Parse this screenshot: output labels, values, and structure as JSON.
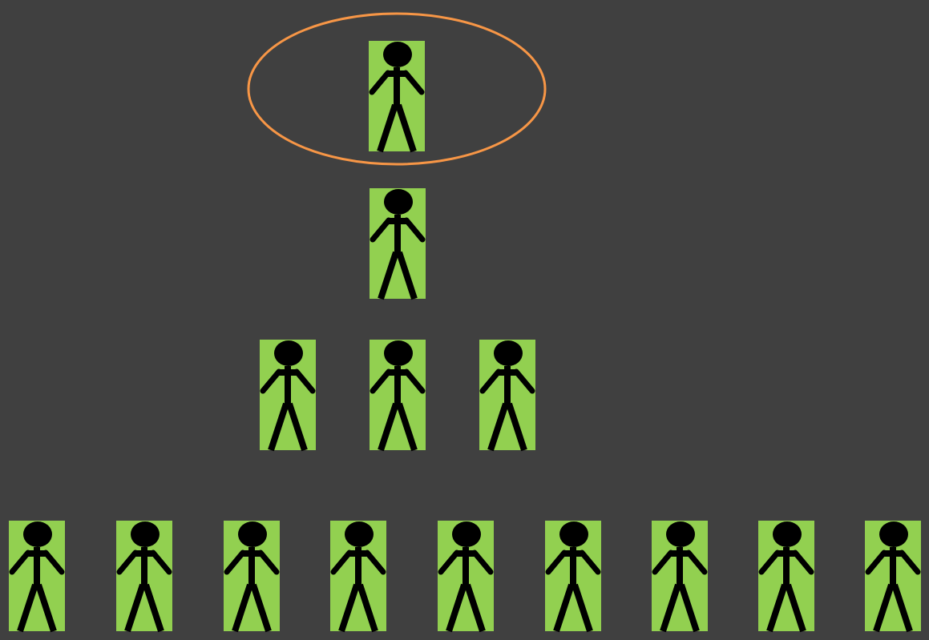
{
  "colors": {
    "background": "#404040",
    "figure_fill": "#92d050",
    "figure_ink": "#000000",
    "highlight_ring": "#f79646"
  },
  "icons": {
    "figure": "stick-figure-icon",
    "highlight": "ellipse-highlight"
  },
  "hierarchy": [
    {
      "level": "top",
      "count": 1,
      "highlighted": true
    },
    {
      "level": "second",
      "count": 1,
      "highlighted": false
    },
    {
      "level": "third",
      "count": 3,
      "highlighted": false
    },
    {
      "level": "bottom",
      "count": 9,
      "highlighted": false
    }
  ]
}
